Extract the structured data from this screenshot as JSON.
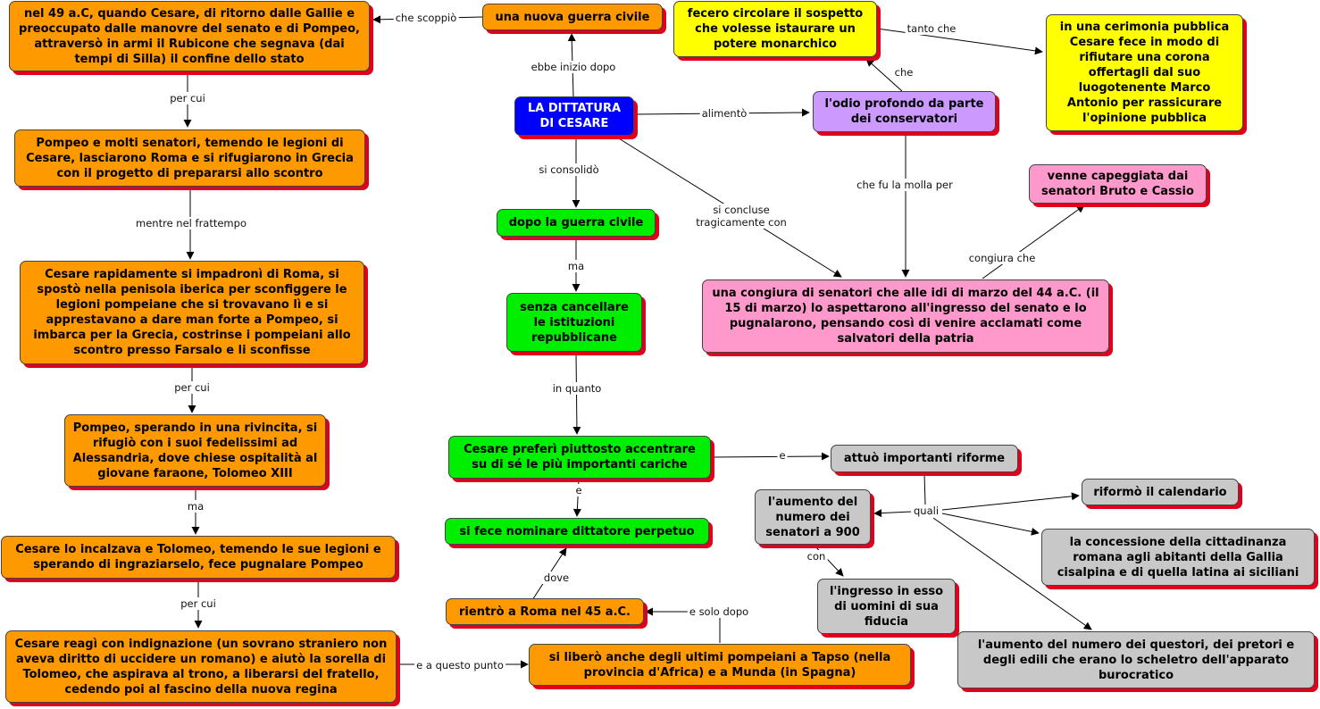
{
  "colors": {
    "orange": "#ff9900",
    "yellow": "#ffff00",
    "blue": "#0000ff",
    "violet": "#cc99ff",
    "green": "#00ee00",
    "pink": "#ff99cc",
    "gray": "#c8c8c8",
    "shadow": "#e0001b"
  },
  "nodes": {
    "n_49ac": "nel 49 a.C, quando Cesare, di ritorno dalle Gallie e preoccupato dalle manovre del senato e di Pompeo, attraversò in armi il Rubicone che segnava (dai tempi di Silla) il confine dello stato",
    "n_guerra_civile": "una nuova guerra civile",
    "n_sospetto": "fecero circolare il sospetto che volesse istaurare un potere monarchico",
    "n_cerimonia": "in una cerimonia pubblica Cesare fece in modo di rifiutare una corona offertagli dal suo luogotenente Marco Antonio per rassicurare l'opinione pubblica",
    "n_dittatura": "LA DITTATURA DI CESARE",
    "n_odio": "l'odio profondo da parte dei conservatori",
    "n_pompeo_senatori": "Pompeo e molti senatori, temendo le legioni di Cesare, lasciarono Roma e si rifugiarono in Grecia con il progetto di prepararsi  allo scontro",
    "n_bruto_cassio": "venne capeggiata dai senatori Bruto e Cassio",
    "n_dopo_guerra": "dopo la guerra civile",
    "n_cesare_rapidamente": "Cesare rapidamente si impadronì di Roma, si spostò nella penisola iberica per sconfiggere le legioni pompeiane che si trovavano lì e si apprestavano a dare man forte a Pompeo, si imbarca per la Grecia, costrinse i pompeiani allo scontro presso Farsalo e li sconfisse",
    "n_congiura": "una congiura di senatori che alle idi di marzo del 44 a.C. (il 15 di marzo) lo aspettarono all'ingresso del senato e lo pugnalarono,  pensando così di venire acclamati come salvatori della patria",
    "n_senza_cancellare": "senza cancellare le istituzioni repubblicane",
    "n_pompeo_rivincita": "Pompeo, sperando in una rivincita, si rifugiò con i suoi fedelissimi ad Alessandria, dove chiese ospitalità al giovane faraone, Tolomeo XIII",
    "n_accentrare": "Cesare preferì piuttosto accentrare su di sé le più importanti cariche",
    "n_riforme": "attuò importanti riforme",
    "n_aumento_senatori": "l'aumento del numero dei senatori a 900",
    "n_calendario": "riformò il calendario",
    "n_dittatore": "si fece nominare dittatore perpetuo",
    "n_cittadinanza": "la concessione della cittadinanza romana agli abitanti della Gallia cisalpina e di quella latina ai siciliani",
    "n_incalzava": "Cesare lo incalzava e Tolomeo, temendo le sue legioni e sperando di ingraziarselo, fece pugnalare Pompeo",
    "n_ingresso_uomini": "l'ingresso in esso di uomini di sua fiducia",
    "n_rientro": "rientrò a Roma nel 45 a.C.",
    "n_questori": "l'aumento del numero dei  questori, dei pretori e degli edili che erano lo scheletro dell'apparato burocratico",
    "n_reagi": "Cesare reagì con indignazione (un sovrano straniero non aveva diritto di uccidere un romano) e aiutò la sorella di Tolomeo, che aspirava al trono, a liberarsi del fratello, cedendo poi al fascino della nuova regina",
    "n_tapso": "si liberò anche degli ultimi pompeiani a Tapso (nella provincia d'Africa) e a Munda (in Spagna)"
  },
  "links": {
    "che_scoppio": "che scoppiò",
    "ebbe_inizio_dopo": "ebbe inizio dopo",
    "tanto_che": "tanto che",
    "che": "che",
    "alimento": "alimentò",
    "per_cui_1": "per cui",
    "si_consolido": "si consolidò",
    "che_fu_la_molla_per": "che fu la molla per",
    "si_concluse": "si concluse tragicamente con",
    "mentre_nel_frattempo": "mentre nel frattempo",
    "congiura_che": "congiura che",
    "ma_1": "ma",
    "per_cui_2": "per cui",
    "in_quanto": "in quanto",
    "e_1": "e",
    "e_2": "e",
    "quali": "quali",
    "ma_2": "ma",
    "con": "con",
    "dove": "dove",
    "per_cui_3": "per cui",
    "e_solo_dopo": "e solo dopo",
    "e_a_questo_punto": "e a questo punto"
  }
}
